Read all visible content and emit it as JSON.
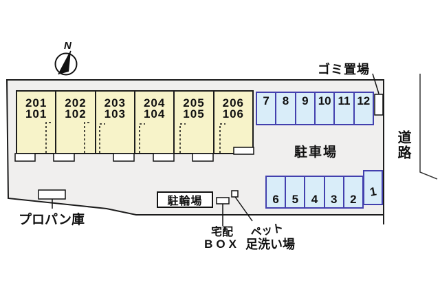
{
  "compass": {
    "north": "N"
  },
  "labels": {
    "garbage_area": "ゴミ置場",
    "road": "道路",
    "parking_lot": "駐車場",
    "bicycle_parking": "駐輪場",
    "propane_storage": "プロパン庫",
    "delivery_box_line1": "宅配",
    "delivery_box_line2": "BOX",
    "pet_wash_line1": "ペット",
    "pet_wash_line2": "足洗い場"
  },
  "building": {
    "units": [
      {
        "upper": "201",
        "lower": "101"
      },
      {
        "upper": "202",
        "lower": "102"
      },
      {
        "upper": "203",
        "lower": "103"
      },
      {
        "upper": "204",
        "lower": "104"
      },
      {
        "upper": "205",
        "lower": "105"
      },
      {
        "upper": "206",
        "lower": "106"
      }
    ]
  },
  "parking": {
    "top_row": [
      "7",
      "8",
      "9",
      "10",
      "11",
      "12"
    ],
    "bottom_row": [
      "6",
      "5",
      "4",
      "3",
      "2"
    ],
    "corner_space": "1"
  },
  "colors": {
    "site_fill": "#f0efee",
    "building_fill": "#f7f3c9",
    "parking_fill": "#d9edf9",
    "parking_border": "#4340ae",
    "outline": "#1c1c1c"
  }
}
